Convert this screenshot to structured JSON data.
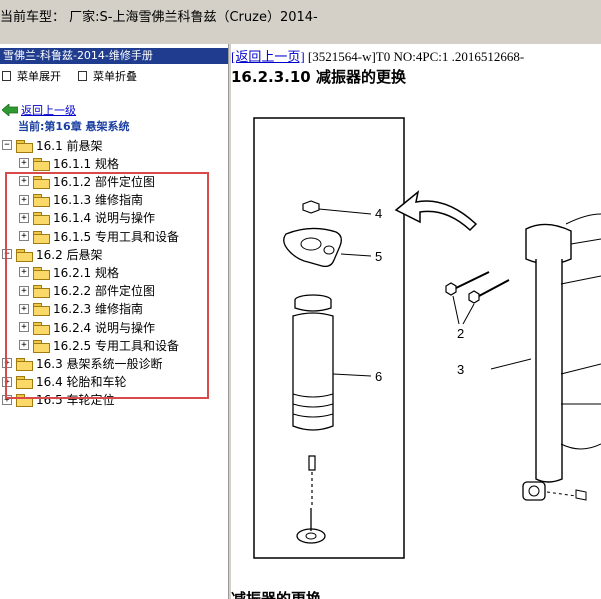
{
  "window": {
    "title": "当前车型：  厂家:S-上海雪佛兰科鲁兹（Cruze）2014-"
  },
  "sidebar": {
    "manual_title": "雪佛兰-科鲁兹-2014-维修手册",
    "expand_label": "菜单展开",
    "collapse_label": "菜单折叠",
    "back_label": "返回上一级",
    "current_label": "当前:第16章 悬架系统",
    "tree": [
      {
        "label": "16.1 前悬架",
        "level": 0,
        "expanded": true
      },
      {
        "label": "16.1.1 规格",
        "level": 1,
        "expanded": false
      },
      {
        "label": "16.1.2 部件定位图",
        "level": 1,
        "expanded": false
      },
      {
        "label": "16.1.3 维修指南",
        "level": 1,
        "expanded": false
      },
      {
        "label": "16.1.4 说明与操作",
        "level": 1,
        "expanded": false
      },
      {
        "label": "16.1.5 专用工具和设备",
        "level": 1,
        "expanded": false
      },
      {
        "label": "16.2 后悬架",
        "level": 0,
        "expanded": true
      },
      {
        "label": "16.2.1 规格",
        "level": 1,
        "expanded": false
      },
      {
        "label": "16.2.2 部件定位图",
        "level": 1,
        "expanded": false
      },
      {
        "label": "16.2.3 维修指南",
        "level": 1,
        "expanded": false
      },
      {
        "label": "16.2.4 说明与操作",
        "level": 1,
        "expanded": false
      },
      {
        "label": "16.2.5 专用工具和设备",
        "level": 1,
        "expanded": false
      },
      {
        "label": "16.3 悬架系统一般诊断",
        "level": 0,
        "expanded": false
      },
      {
        "label": "16.4 轮胎和车轮",
        "level": 0,
        "expanded": false
      },
      {
        "label": "16.5 车轮定位",
        "level": 0,
        "expanded": false
      }
    ]
  },
  "document": {
    "back_link": "[返回上一页]",
    "doc_info": " [3521564-w]T0 NO:4PC:1 .2016512668-",
    "section_title": "16.2.3.10 减振器的更换",
    "bottom_title": "减振器的更换",
    "callouts": {
      "c2": "2",
      "c3": "3",
      "c4": "4",
      "c5": "5",
      "c6": "6"
    }
  },
  "colors": {
    "highlight_box": "#d94a4a",
    "title_bar": "#d4d0c8",
    "manual_title_bg": "#1f3c8f",
    "link": "#0000cc",
    "folder": "#fbd968"
  }
}
